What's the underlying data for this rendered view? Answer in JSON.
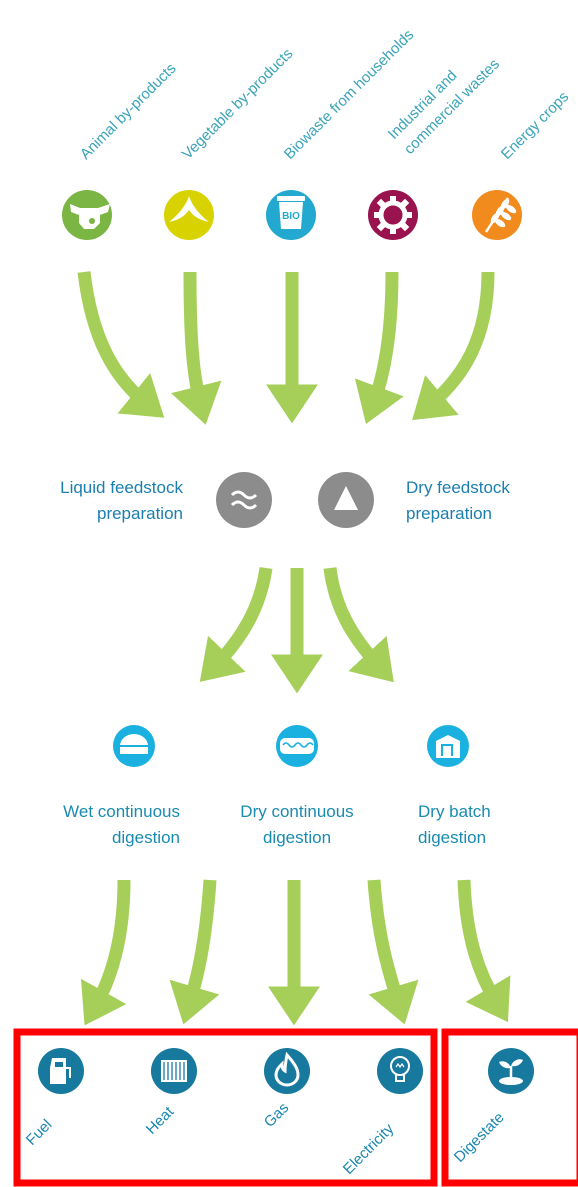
{
  "colors": {
    "arrow": "#a6cf5a",
    "feed_label": "#3aa3b8",
    "prep_label": "#1a7fb0",
    "digestion_label": "#1a8bb0",
    "output_label": "#1a87b0",
    "highlight_box": "#ff0000",
    "prep_icon_bg": "#8c8c8c",
    "digestion_icon_bg": "#1ab0e0",
    "output_icon_bg": "#18799e"
  },
  "feedstocks": [
    {
      "label": "Animal by-products",
      "icon": "cow-head-icon",
      "color": "#7bb544"
    },
    {
      "label": "Vegetable by-products",
      "icon": "banana-icon",
      "color": "#d8d200"
    },
    {
      "label": "Biowaste from households",
      "icon": "bio-bin-icon",
      "color": "#23a9cf",
      "icon_text": "BIO"
    },
    {
      "label_line1": "Industrial and",
      "label_line2": "commercial wastes",
      "icon": "gear-icon",
      "color": "#99134f"
    },
    {
      "label": "Energy crops",
      "icon": "wheat-icon",
      "color": "#f28b1e"
    }
  ],
  "preparation": {
    "liquid": {
      "line1": "Liquid feedstock",
      "line2": "preparation",
      "icon": "waves-icon"
    },
    "dry": {
      "line1": "Dry feedstock",
      "line2": "preparation",
      "icon": "triangle-icon"
    }
  },
  "digestion": [
    {
      "line1": "Wet continuous",
      "line2": "digestion",
      "icon": "dome-tank-icon"
    },
    {
      "line1": "Dry continuous",
      "line2": "digestion",
      "icon": "plug-flow-tank-icon"
    },
    {
      "line1": "Dry batch",
      "line2": "digestion",
      "icon": "garage-tank-icon"
    }
  ],
  "outputs": [
    {
      "label": "Fuel",
      "icon": "fuel-pump-icon"
    },
    {
      "label": "Heat",
      "icon": "radiator-icon"
    },
    {
      "label": "Gas",
      "icon": "flame-icon"
    },
    {
      "label": "Electricity",
      "icon": "lightbulb-icon"
    },
    {
      "label": "Digestate",
      "icon": "sprout-icon"
    }
  ]
}
